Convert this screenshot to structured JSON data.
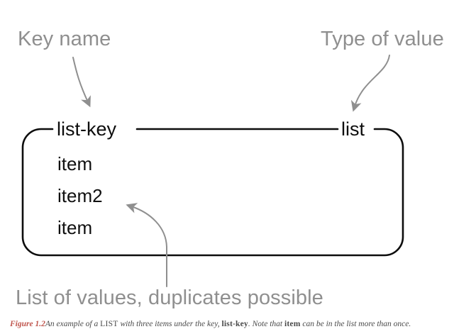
{
  "figure": {
    "background_color": "#ffffff",
    "annotation_color": "#8f8f8f",
    "box_line_color": "#0d0d0d",
    "accent_color": "#c0564e",
    "annotations": {
      "key_name": "Key name",
      "type_of_value": "Type of value",
      "list_of_values": "List of values, duplicates possible"
    },
    "box": {
      "key_label": "list-key",
      "type_label": "list",
      "items": [
        "item",
        "item2",
        "item"
      ]
    },
    "caption": {
      "figure_number": "Figure 1.2",
      "part1": "An example of a ",
      "type_term": "LIST",
      "part2": " with three items under the key, ",
      "key_term": "list-key",
      "part3": ". Note that ",
      "item_term": "item",
      "part4": " can be in the list more than once."
    }
  }
}
